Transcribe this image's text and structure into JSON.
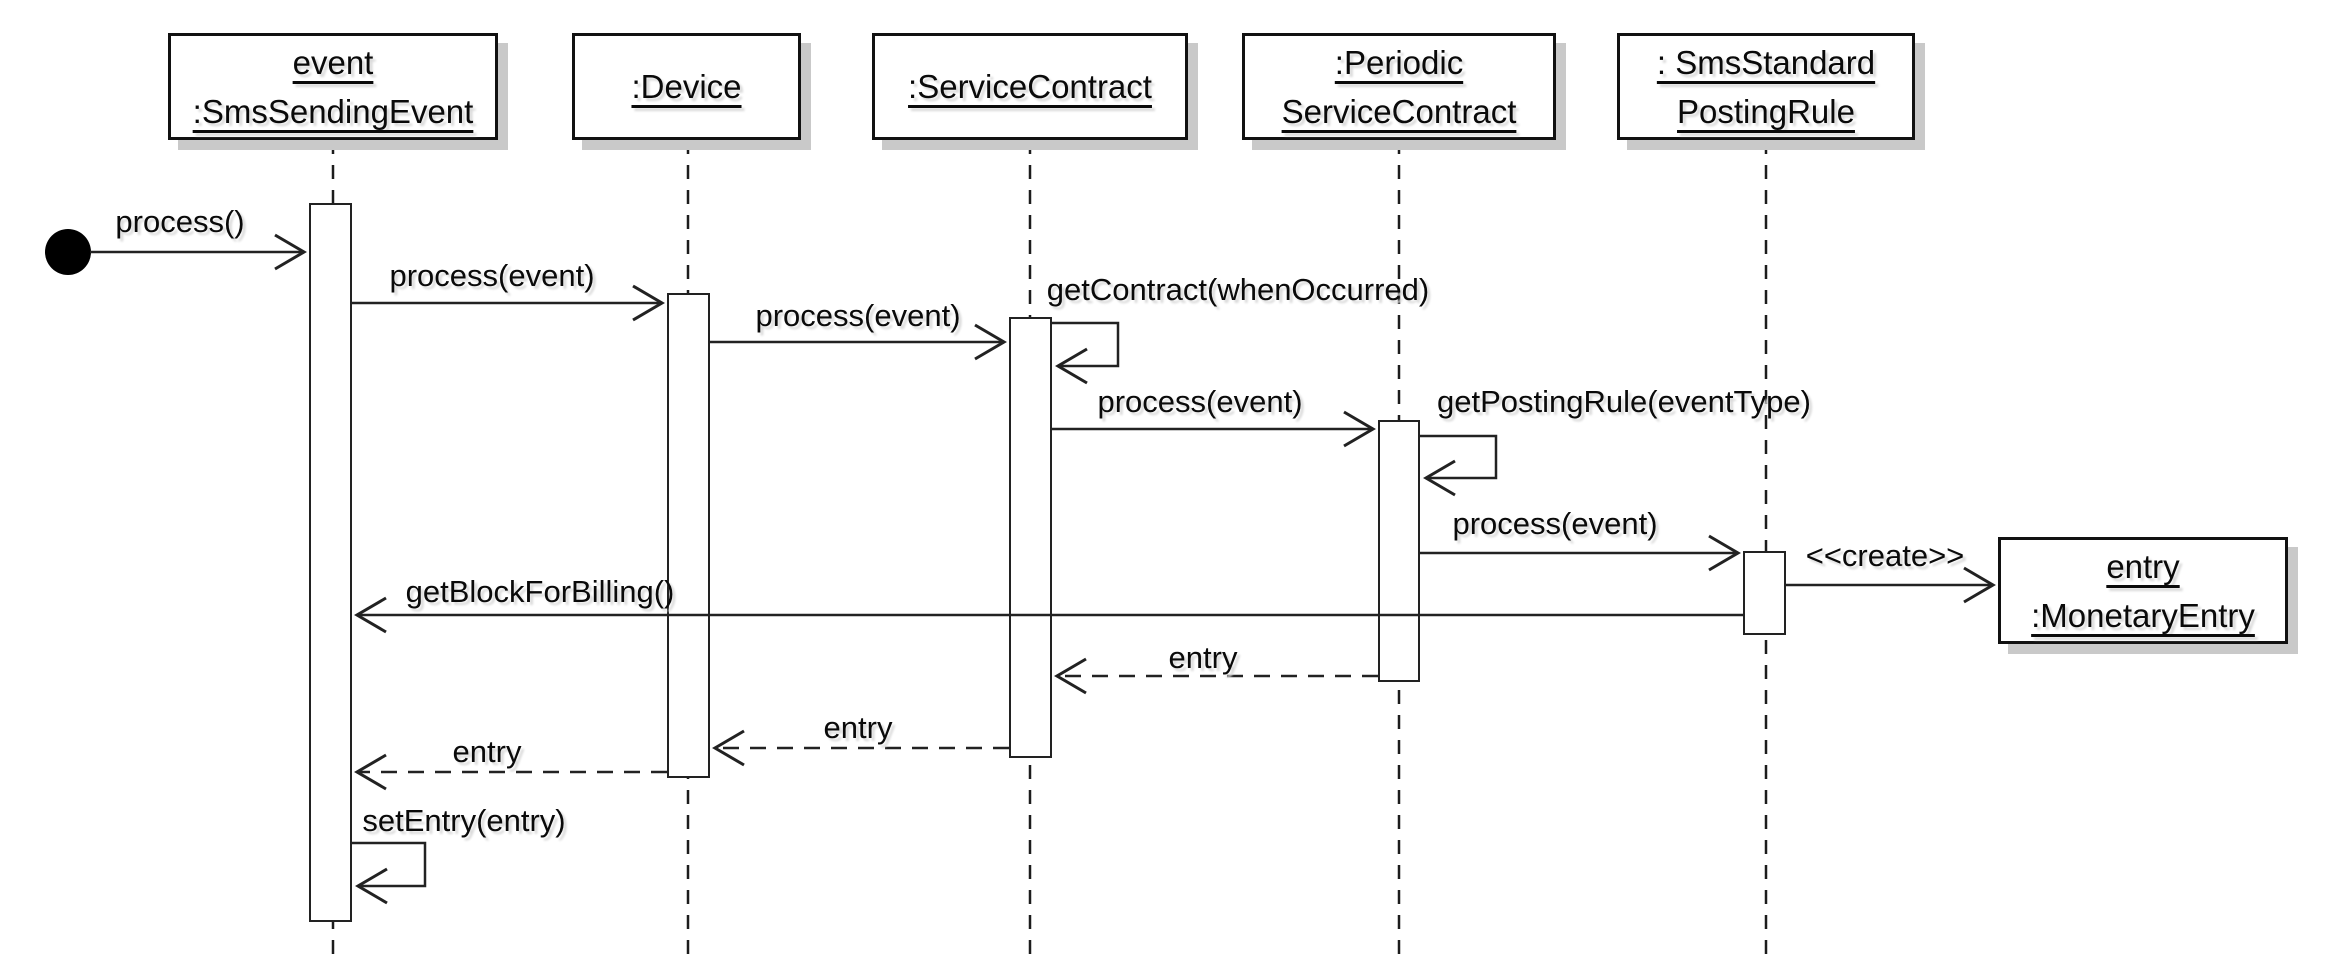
{
  "diagram": {
    "kind": "uml-sequence-diagram",
    "colors": {
      "background": "#ffffff",
      "line": "#222222",
      "box_shadow": "#c9c9c9"
    },
    "found_message_marker": "filled-circle",
    "lifelines": [
      {
        "id": "event",
        "label_lines": [
          "event",
          ":SmsSendingEvent"
        ]
      },
      {
        "id": "device",
        "label_lines": [
          ":Device"
        ]
      },
      {
        "id": "service-contract",
        "label_lines": [
          ":ServiceContract"
        ]
      },
      {
        "id": "periodic-service-contract",
        "label_lines": [
          ":Periodic",
          "ServiceContract"
        ]
      },
      {
        "id": "sms-standard-posting-rule",
        "label_lines": [
          ": SmsStandard",
          "PostingRule"
        ]
      },
      {
        "id": "monetary-entry",
        "label_lines": [
          "entry",
          ":MonetaryEntry"
        ],
        "created_during_interaction": true
      }
    ],
    "messages": [
      {
        "label": "process()",
        "from": "found-message",
        "to": "event",
        "type": "synchronous"
      },
      {
        "label": "process(event)",
        "from": "event",
        "to": "device",
        "type": "synchronous"
      },
      {
        "label": "process(event)",
        "from": "device",
        "to": "service-contract",
        "type": "synchronous"
      },
      {
        "label": "getContract(whenOccurred)",
        "from": "service-contract",
        "to": "service-contract",
        "type": "self-call"
      },
      {
        "label": "process(event)",
        "from": "service-contract",
        "to": "periodic-service-contract",
        "type": "synchronous"
      },
      {
        "label": "getPostingRule(eventType)",
        "from": "periodic-service-contract",
        "to": "periodic-service-contract",
        "type": "self-call"
      },
      {
        "label": "process(event)",
        "from": "periodic-service-contract",
        "to": "sms-standard-posting-rule",
        "type": "synchronous"
      },
      {
        "label": "<<create>>",
        "from": "sms-standard-posting-rule",
        "to": "monetary-entry",
        "type": "create"
      },
      {
        "label": "getBlockForBilling()",
        "from": "sms-standard-posting-rule",
        "to": "event",
        "type": "synchronous"
      },
      {
        "label": "entry",
        "from": "periodic-service-contract",
        "to": "service-contract",
        "type": "return"
      },
      {
        "label": "entry",
        "from": "service-contract",
        "to": "device",
        "type": "return"
      },
      {
        "label": "entry",
        "from": "device",
        "to": "event",
        "type": "return"
      },
      {
        "label": "setEntry(entry)",
        "from": "event",
        "to": "event",
        "type": "self-call"
      }
    ]
  }
}
